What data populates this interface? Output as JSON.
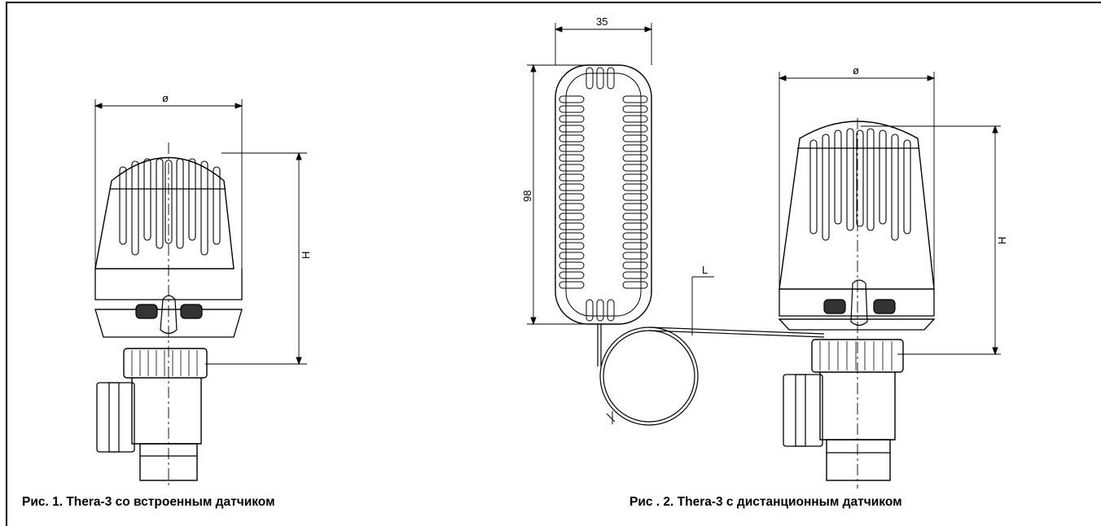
{
  "figure1": {
    "caption": "Рис. 1. Thera-3 со встроенным датчиком",
    "dim_diameter": "ø",
    "dim_height": "H"
  },
  "figure2": {
    "caption": "Рис . 2. Thera-3 с дистанционным датчиком",
    "dim_sensor_width": "35",
    "dim_sensor_height": "98",
    "dim_capillary": "L",
    "dim_diameter": "ø",
    "dim_height": "H"
  },
  "colors": {
    "line": "#000000",
    "fill_dark": "#333333",
    "background": "#ffffff"
  }
}
